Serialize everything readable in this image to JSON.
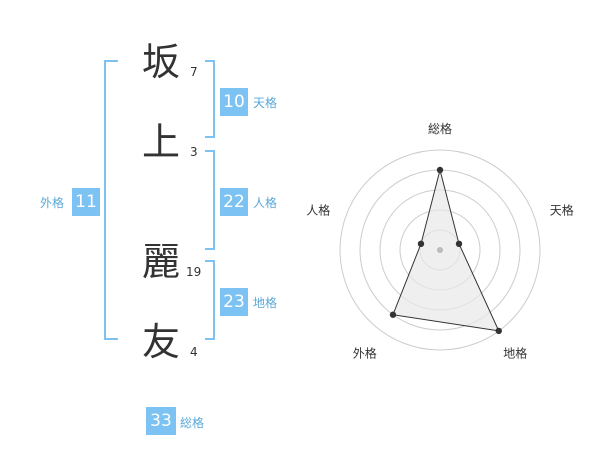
{
  "name": {
    "chars": [
      {
        "char": "坂",
        "strokes": "7"
      },
      {
        "char": "上",
        "strokes": "3"
      },
      {
        "char": "麗",
        "strokes": "19"
      },
      {
        "char": "友",
        "strokes": "4"
      }
    ]
  },
  "fortunes": {
    "tenkaku": {
      "value": "10",
      "label": "天格"
    },
    "jinkaku": {
      "value": "22",
      "label": "人格"
    },
    "chikaku": {
      "value": "23",
      "label": "地格"
    },
    "gaikaku": {
      "value": "11",
      "label": "外格"
    },
    "soukaku": {
      "value": "33",
      "label": "総格"
    }
  },
  "chart_data": {
    "type": "radar",
    "axes": [
      "総格",
      "天格",
      "地格",
      "外格",
      "人格"
    ],
    "values": [
      4,
      1,
      5,
      4,
      1
    ],
    "rmax": 5,
    "rings": 5,
    "colors": {
      "line": "#333333",
      "fill": "#e8e8e8",
      "grid": "#cccccc",
      "center": "#bbbbbb"
    }
  }
}
